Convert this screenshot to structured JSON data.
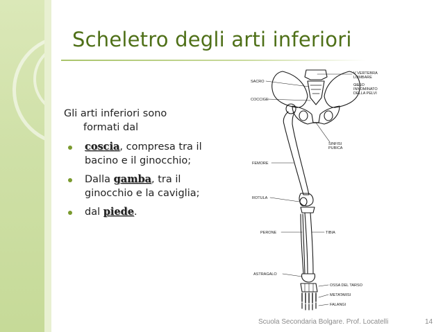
{
  "slide": {
    "title": "Scheletro degli arti inferiori",
    "intro_line1": "Gli arti inferiori sono",
    "intro_line2": "formati dal",
    "bullets": [
      {
        "keyword": "coscia",
        "rest_line1": ", compresa tra il",
        "rest_line2": "bacino e il ginocchio;"
      },
      {
        "prefix": "Dalla ",
        "keyword": "gamba",
        "rest_line1": ", tra il",
        "rest_line2": "ginocchio e la caviglia;"
      },
      {
        "prefix": "dal ",
        "keyword": "piede",
        "rest_line1": "."
      }
    ],
    "accent_color": "#4f7018",
    "band_color": "#cfe0a7"
  },
  "figure": {
    "labels": {
      "v_vertebra_1": "V VERTEBRA",
      "v_vertebra_2": "LOMBARE",
      "osso_1": "OSSO",
      "osso_2": "INNOMINATO",
      "osso_3": "DELLA PELVI",
      "sacro": "SACRO",
      "coccige": "COCCIGE",
      "sinfisi_1": "SINFISI",
      "sinfisi_2": "PUBICA",
      "femore": "FEMORE",
      "rotula": "ROTULA",
      "perone": "PERONE",
      "tibia": "TIBIA",
      "astragalo": "ASTRAGALO",
      "ossa_tarso": "OSSA DEL TARSO",
      "metatarsi": "METATARSI",
      "falangi": "FALANGI"
    }
  },
  "footer": {
    "text": "Scuola Secondaria Bolgare. Prof. Locatelli",
    "page": "14"
  }
}
